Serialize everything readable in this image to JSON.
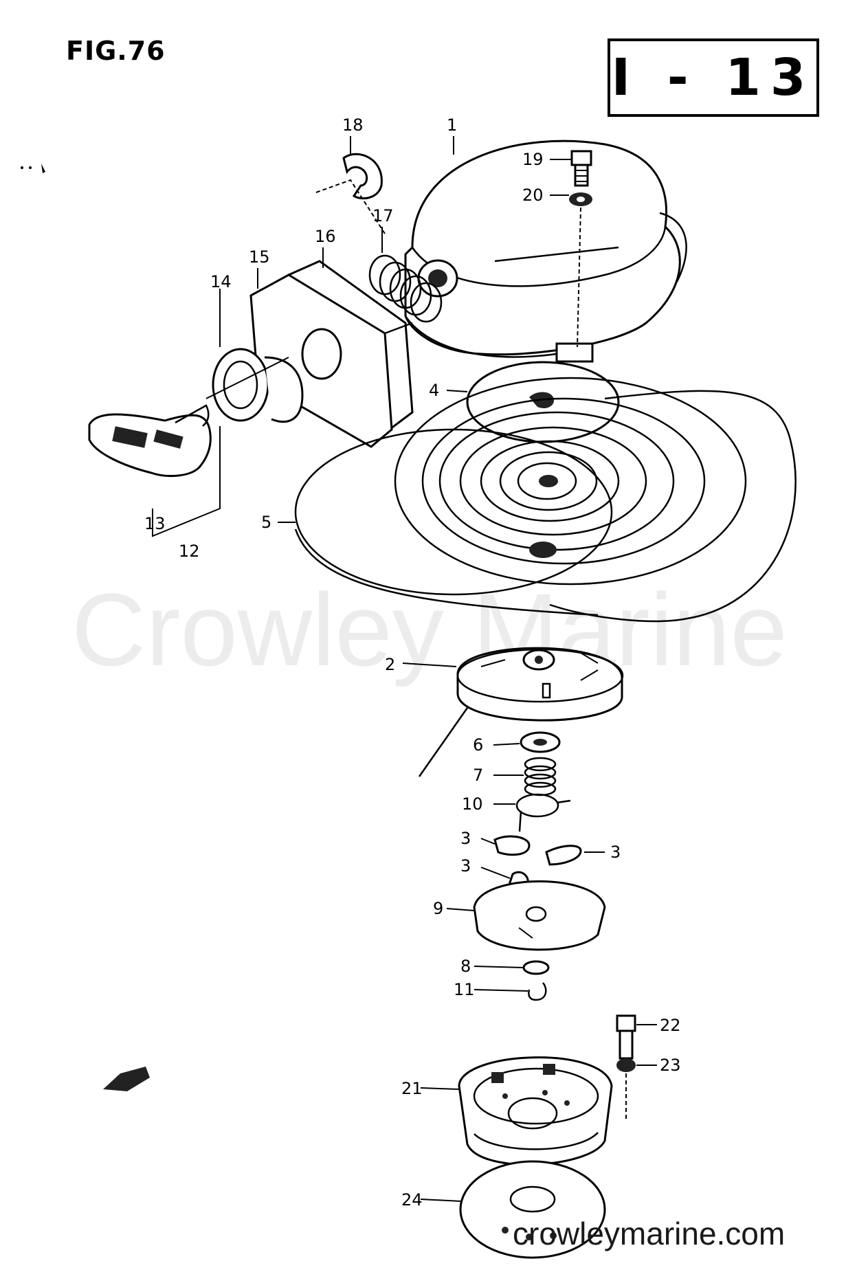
{
  "figure": {
    "label": "FIG.76",
    "section": "I - 13"
  },
  "watermark": "Crowley Marine",
  "site": "crowleymarine.com",
  "callouts": [
    "1",
    "2",
    "3",
    "3",
    "3",
    "4",
    "5",
    "6",
    "7",
    "8",
    "9",
    "10",
    "11",
    "12",
    "13",
    "14",
    "15",
    "16",
    "17",
    "18",
    "19",
    "20",
    "21",
    "22",
    "23",
    "24"
  ],
  "colors": {
    "ink": "#000000",
    "paper": "#ffffff",
    "watermark": "#ececec"
  }
}
